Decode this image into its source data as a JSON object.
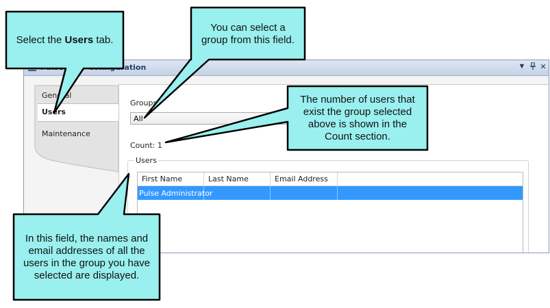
{
  "window": {
    "title": "Pulse User Configuration",
    "controls": [
      "▼",
      "Ϙ",
      "✕"
    ]
  },
  "nav": {
    "tabs": [
      {
        "label": "General",
        "selected": false
      },
      {
        "label": "Users",
        "selected": true
      },
      {
        "label": "Maintenance",
        "selected": false
      }
    ]
  },
  "panel": {
    "groups_label": "Groups",
    "groups_value": "All",
    "count_label": "Count:",
    "count_value": "1",
    "users_group_label": "Users",
    "grid": {
      "columns": [
        "First Name",
        "Last Name",
        "Email Address"
      ],
      "rows": [
        {
          "first_name": "Pulse Administrator",
          "last_name": "",
          "email": ""
        }
      ]
    }
  },
  "callouts": {
    "select_tab_pre": "Select the ",
    "select_tab_bold": "Users",
    "select_tab_post": " tab.",
    "group_field_line1": "You can select a",
    "group_field_line2": "group from this field.",
    "count_line1": "The number of users that",
    "count_line2": "exist the group selected",
    "count_line3": "above is shown in the",
    "count_line4": "Count section.",
    "users_line1": "In this field, the names and",
    "users_line2": "email addresses of all the",
    "users_line3": "users in the group you have",
    "users_line4": "selected are displayed."
  },
  "colors": {
    "callout_fill": "#99f0ee",
    "callout_border": "#000000",
    "selection": "#3399ff",
    "titlebar_text": "#20406a"
  },
  "icons": {
    "menu": "hamburger-icon",
    "dropdown": "triangle-down-icon",
    "pin": "pin-icon",
    "close": "close-icon"
  }
}
